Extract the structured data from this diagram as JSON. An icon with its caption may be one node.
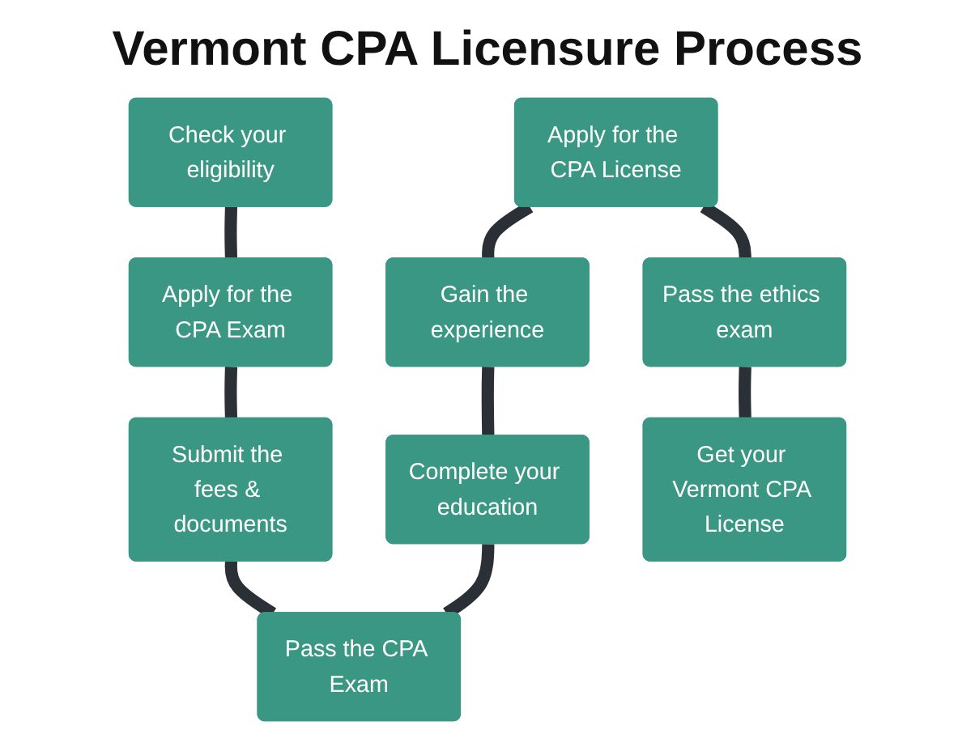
{
  "diagram": {
    "title": "Vermont CPA Licensure Process",
    "nodes": [
      {
        "text": [
          "Check your eligibility"
        ]
      },
      {
        "text": [
          "Apply for the CPA Exam"
        ]
      },
      {
        "text": [
          "Submit the fees & documents"
        ]
      },
      {
        "text": [
          "Pass the CPA Exam"
        ]
      },
      {
        "text": [
          "Complete your education"
        ]
      },
      {
        "text": [
          "Gain the experience"
        ]
      },
      {
        "text": [
          "Apply for the CPA License"
        ]
      },
      {
        "text": [
          "Pass the ethics exam"
        ]
      },
      {
        "text": [
          "Get your Vermont CPA License"
        ]
      }
    ],
    "edges": [
      {
        "from": 0,
        "to": 1,
        "arrow": "none"
      },
      {
        "from": 1,
        "to": 2,
        "arrow": "none"
      },
      {
        "from": 2,
        "to": 3,
        "arrow": "none"
      },
      {
        "from": 4,
        "to": 3,
        "arrow": "none"
      },
      {
        "from": 5,
        "to": 4,
        "arrow": "none"
      },
      {
        "from": 6,
        "to": 5,
        "arrow": "none"
      },
      {
        "from": 6,
        "to": 7,
        "arrow": "none"
      },
      {
        "from": 7,
        "to": 8,
        "arrow": "none"
      }
    ]
  }
}
